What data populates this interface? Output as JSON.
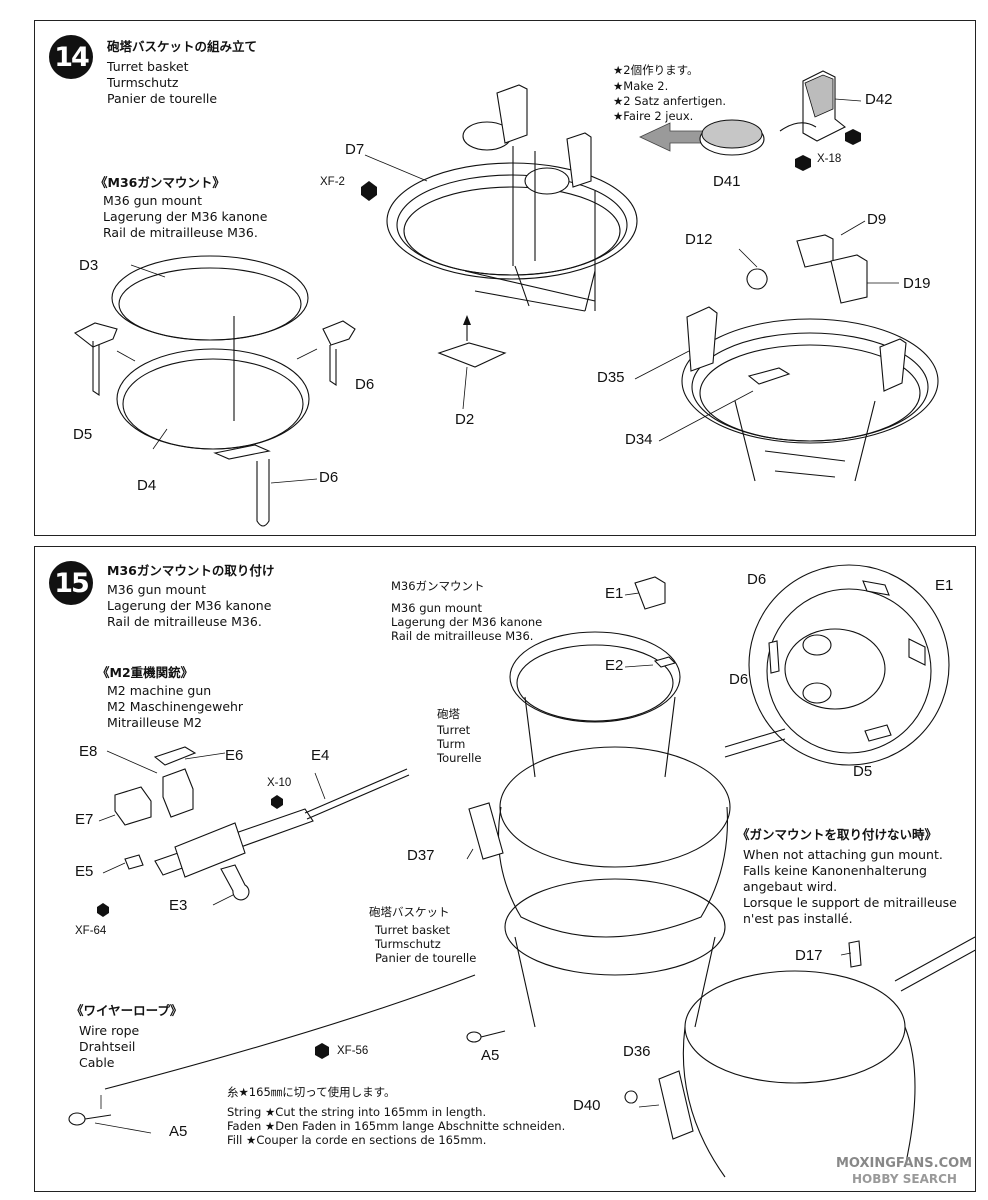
{
  "step14": {
    "number": "14",
    "title_jp": "砲塔バスケットの組み立て",
    "title_en": "Turret basket",
    "title_de": "Turmschutz",
    "title_fr": "Panier de tourelle",
    "sub_jp": "《M36ガンマウント》",
    "sub_en": "M36 gun mount",
    "sub_de": "Lagerung der M36 kanone",
    "sub_fr": "Rail de mitrailleuse M36.",
    "make_jp": "★2個作ります。",
    "make_en": "★Make 2.",
    "make_de": "★2 Satz anfertigen.",
    "make_fr": "★Faire 2 jeux.",
    "parts": {
      "d3": "D3",
      "d4": "D4",
      "d5": "D5",
      "d6a": "D6",
      "d6b": "D6",
      "d7": "D7",
      "d2": "D2",
      "d41": "D41",
      "d42": "D42",
      "d9": "D9",
      "d12": "D12",
      "d19": "D19",
      "d35": "D35",
      "d34": "D34"
    },
    "paints": {
      "xf2": "XF-2",
      "x18": "X-18"
    }
  },
  "step15": {
    "number": "15",
    "title_jp": "M36ガンマウントの取り付け",
    "title_en": "M36 gun mount",
    "title_de": "Lagerung der M36 kanone",
    "title_fr": "Rail de mitrailleuse M36.",
    "mg_jp": "《M2重機関銃》",
    "mg_en": "M2 machine gun",
    "mg_de": "M2 Maschinengewehr",
    "mg_fr": "Mitrailleuse M2",
    "mount_jp": "M36ガンマウント",
    "mount_en": "M36 gun mount",
    "mount_de": "Lagerung der M36 kanone",
    "mount_fr": "Rail de mitrailleuse M36.",
    "turret_jp": "砲塔",
    "turret_en": "Turret",
    "turret_de": "Turm",
    "turret_fr": "Tourelle",
    "basket_jp": "砲塔バスケット",
    "basket_en": "Turret basket",
    "basket_de": "Turmschutz",
    "basket_fr": "Panier de tourelle",
    "notmount_jp": "《ガンマウントを取り付けない時》",
    "notmount_en": "When not attaching gun mount.",
    "notmount_de1": "Falls keine Kanonenhalterung",
    "notmount_de2": "angebaut wird.",
    "notmount_fr1": "Lorsque le support de mitrailleuse",
    "notmount_fr2": "n'est pas installé.",
    "wire_jp": "《ワイヤーロープ》",
    "wire_en": "Wire rope",
    "wire_de": "Drahtseil",
    "wire_fr": "Cable",
    "string_jp": "糸★165㎜に切って使用します。",
    "string_en": "String ★Cut the string into 165mm in length.",
    "string_de": "Faden ★Den Faden in 165mm lange Abschnitte schneiden.",
    "string_fr": "Fill ★Couper la corde en sections de 165mm.",
    "parts": {
      "e1a": "E1",
      "e1b": "E1",
      "e2": "E2",
      "e3": "E3",
      "e4": "E4",
      "e5": "E5",
      "e6": "E6",
      "e7": "E7",
      "e8": "E8",
      "d6a": "D6",
      "d6b": "D6",
      "d5": "D5",
      "d37": "D37",
      "d17": "D17",
      "d36": "D36",
      "d40": "D40",
      "a5a": "A5",
      "a5b": "A5"
    },
    "paints": {
      "x10": "X-10",
      "xf64": "XF-64",
      "xf56": "XF-56"
    }
  },
  "watermark": {
    "line1": "MOXINGFANS.COM",
    "line2": "HOBBY SEARCH"
  }
}
